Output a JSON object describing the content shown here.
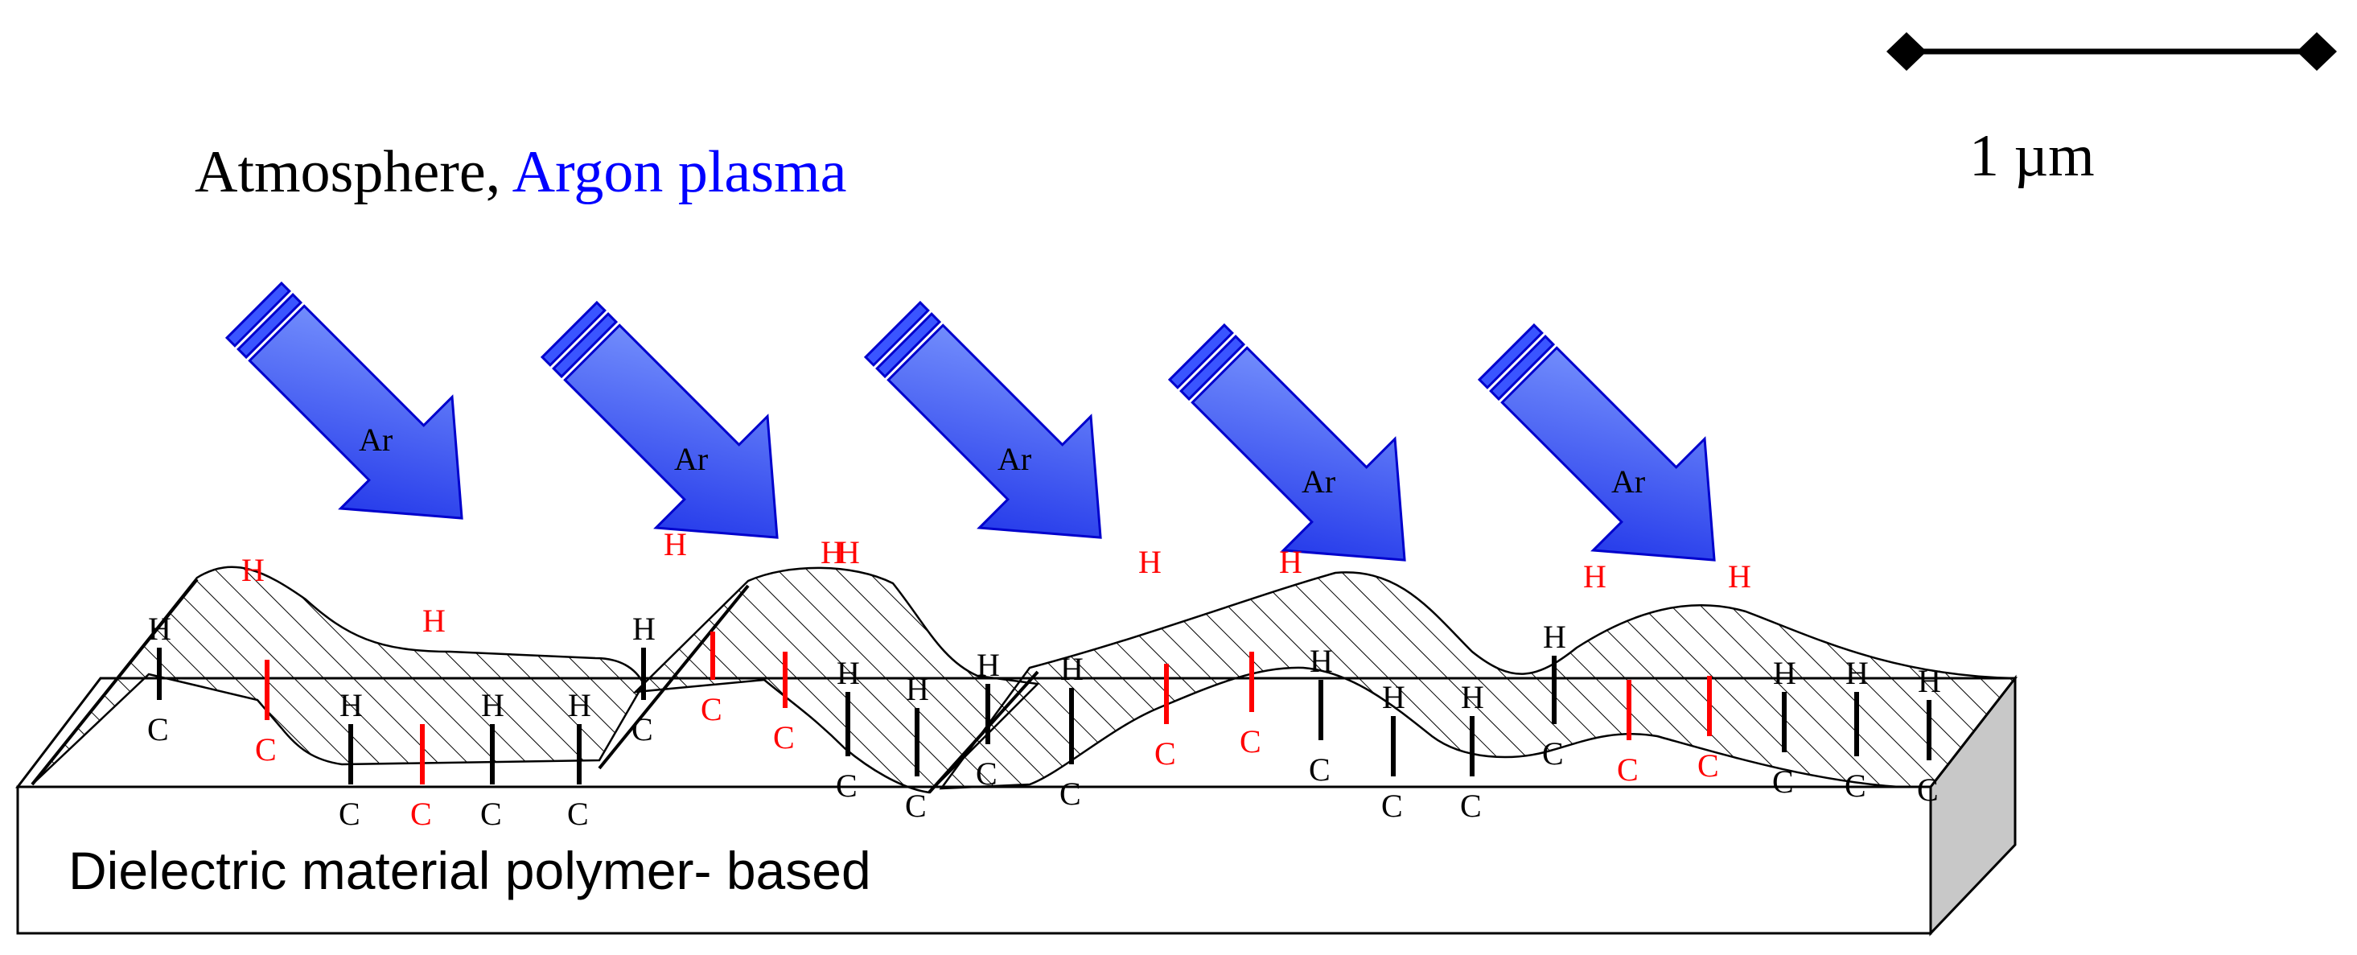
{
  "header": {
    "text_black": "Atmosphere, ",
    "text_blue": "Argon plasma"
  },
  "scale_bar": {
    "label": "1 µm"
  },
  "substrate": {
    "label": "Dielectric material polymer- based"
  },
  "arrows": [
    {
      "label": "Ar"
    },
    {
      "label": "Ar"
    },
    {
      "label": "Ar"
    },
    {
      "label": "Ar"
    },
    {
      "label": "Ar"
    }
  ],
  "floating_h": [
    {
      "label": "H",
      "color": "#ff0000"
    },
    {
      "label": "H",
      "color": "#ff0000"
    },
    {
      "label": "H",
      "color": "#ff0000"
    },
    {
      "label": "H",
      "color": "#ff0000"
    },
    {
      "label": "H",
      "color": "#ff0000"
    },
    {
      "label": "H",
      "color": "#ff0000"
    },
    {
      "label": "H",
      "color": "#ff0000"
    },
    {
      "label": "H",
      "color": "#ff0000"
    },
    {
      "label": "H",
      "color": "#ff0000"
    }
  ],
  "bonds": [
    {
      "top": "H",
      "bottom": "C",
      "color": "#000000"
    },
    {
      "top": "",
      "bottom": "C",
      "color": "#ff0000"
    },
    {
      "top": "H",
      "bottom": "C",
      "color": "#000000"
    },
    {
      "top": "",
      "bottom": "C",
      "color": "#ff0000"
    },
    {
      "top": "H",
      "bottom": "C",
      "color": "#000000"
    },
    {
      "top": "H",
      "bottom": "C",
      "color": "#000000"
    },
    {
      "top": "H",
      "bottom": "C",
      "color": "#000000"
    },
    {
      "top": "",
      "bottom": "C",
      "color": "#ff0000"
    },
    {
      "top": "",
      "bottom": "C",
      "color": "#ff0000"
    },
    {
      "top": "H",
      "bottom": "C",
      "color": "#000000"
    },
    {
      "top": "H",
      "bottom": "C",
      "color": "#000000"
    },
    {
      "top": "H",
      "bottom": "C",
      "color": "#000000"
    },
    {
      "top": "H",
      "bottom": "C",
      "color": "#000000"
    },
    {
      "top": "",
      "bottom": "C",
      "color": "#ff0000"
    },
    {
      "top": "",
      "bottom": "C",
      "color": "#ff0000"
    },
    {
      "top": "H",
      "bottom": "C",
      "color": "#000000"
    },
    {
      "top": "H",
      "bottom": "C",
      "color": "#000000"
    },
    {
      "top": "H",
      "bottom": "C",
      "color": "#000000"
    },
    {
      "top": "H",
      "bottom": "C",
      "color": "#000000"
    },
    {
      "top": "",
      "bottom": "C",
      "color": "#ff0000"
    },
    {
      "top": "",
      "bottom": "C",
      "color": "#ff0000"
    },
    {
      "top": "H",
      "bottom": "C",
      "color": "#000000"
    },
    {
      "top": "H",
      "bottom": "C",
      "color": "#000000"
    },
    {
      "top": "H",
      "bottom": "C",
      "color": "#000000"
    }
  ],
  "colors": {
    "arrow_fill_light": "#6e8cff",
    "arrow_fill_dark": "#1a2ef0",
    "arrow_outline": "#0000cc",
    "label_blue": "#0000ff",
    "red": "#ff0000",
    "substrate_side": "#c8c8c8"
  }
}
